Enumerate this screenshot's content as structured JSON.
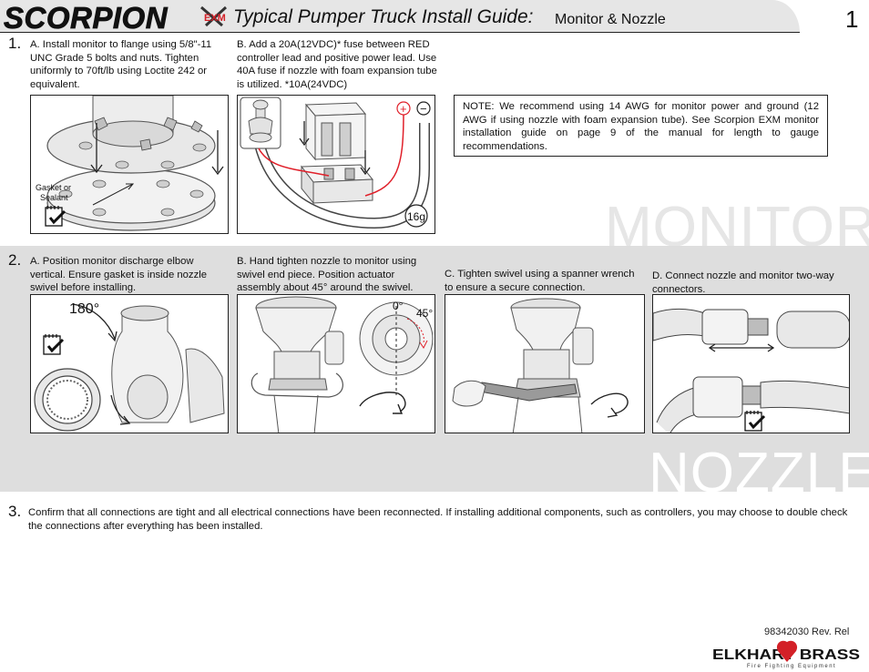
{
  "header": {
    "brand": "SCORPION",
    "exm_badge": "EXM",
    "title": "Typical Pumper Truck Install Guide:",
    "subtitle": "Monitor & Nozzle",
    "page_number": "1"
  },
  "step1": {
    "number": "1.",
    "a_caption": "A. Install monitor to flange using 5/8\"-11 UNC Grade 5 bolts and nuts. Tighten uniformly to 70ft/lb using Loctite 242 or equivalent.",
    "b_caption": "B. Add a 20A(12VDC)* fuse between RED controller lead and positive power lead. Use 40A fuse if nozzle with foam expansion tube is utilized. *10A(24VDC)",
    "gasket_label_1": "Gasket or",
    "gasket_label_2": "Sealant",
    "wire_gauge_label": "16g",
    "plus_symbol": "+",
    "minus_symbol": "−",
    "note": "NOTE: We recommend using 14 AWG for monitor power and ground (12 AWG if using nozzle with foam expansion tube). See Scorpion EXM monitor installation guide on page 9 of the manual for length to gauge recommendations."
  },
  "watermarks": {
    "monitor": "MONITOR",
    "nozzle": "NOZZLE"
  },
  "step2": {
    "number": "2.",
    "a_caption": "A. Position monitor discharge elbow vertical. Ensure gasket is inside nozzle swivel before installing.",
    "b_caption": "B. Hand tighten nozzle to monitor using swivel end piece. Position actuator assembly about 45° around the swivel.",
    "c_caption": "C. Tighten swivel using a spanner wrench to ensure a secure connection.",
    "d_caption": "D. Connect nozzle and monitor two-way connectors.",
    "angle_180": "180°",
    "angle_0": "0°",
    "angle_45": "45°"
  },
  "step3": {
    "number": "3.",
    "text": "Confirm that all connections are tight and all electrical connections have been reconnected. If installing additional components, such as controllers, you may choose to double check the connections after everything has been installed."
  },
  "footer": {
    "doc_number": "98342030 Rev. Rel",
    "company_name": "ELKHART BRASS",
    "company_tagline": "Fire Fighting Equipment"
  },
  "colors": {
    "header_bg": "#e6e6e6",
    "section_gray": "#dedede",
    "wire_red": "#e0202a",
    "logo_red": "#d32027"
  },
  "icons": [
    "checklist-icon",
    "plus-terminal-icon",
    "minus-terminal-icon",
    "rotation-arrow-icon"
  ]
}
